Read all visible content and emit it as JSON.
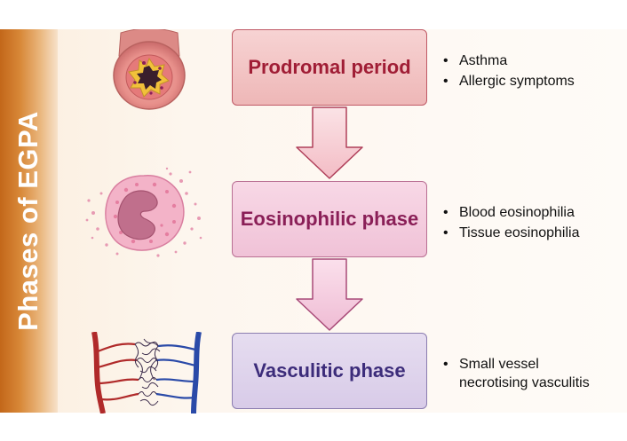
{
  "side_title": "Phases of EGPA",
  "phases": [
    {
      "title": "Prodromal period",
      "bullets": [
        "Asthma",
        "Allergic symptoms"
      ]
    },
    {
      "title": "Eosinophilic phase",
      "bullets": [
        "Blood eosinophilia",
        "Tissue eosinophilia"
      ]
    },
    {
      "title": "Vasculitic phase",
      "bullets": [
        "Small vessel necrotising vasculitis"
      ]
    }
  ],
  "icons": [
    "airway-cross-section-icon",
    "eosinophil-cell-icon",
    "blood-vessels-icon"
  ],
  "colors": {
    "sidebar": "#d5822f",
    "prodromal": "#a01d35",
    "eosinophilic": "#8a1f57",
    "vasculitic": "#3c2c7a",
    "arrow_fill": "#f6cdd3",
    "arrow_stroke": "#b0405a"
  }
}
